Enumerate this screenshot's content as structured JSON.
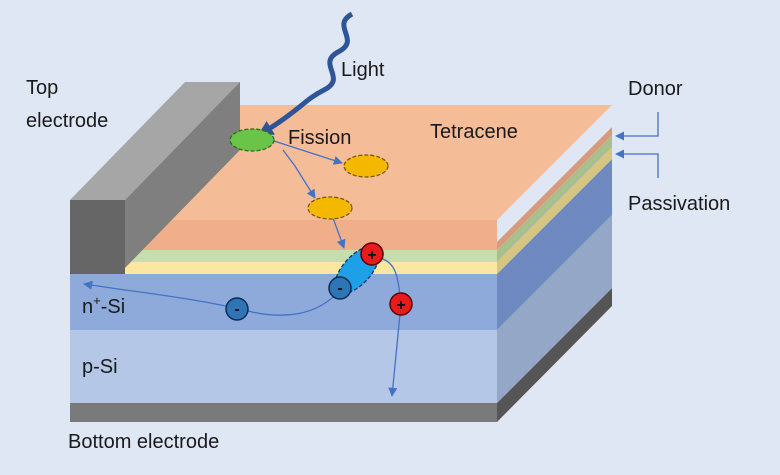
{
  "labels": {
    "top_electrode_line1": "Top",
    "top_electrode_line2": "electrode",
    "light": "Light",
    "fission": "Fission",
    "tetracene": "Tetracene",
    "donor": "Donor",
    "passivation": "Passivation",
    "n_si_base": "n",
    "n_si_sup": "+",
    "n_si_suffix": "-Si",
    "p_si": "p-Si",
    "bottom_electrode": "Bottom electrode"
  },
  "charges": {
    "negative": "-",
    "positive": "+"
  },
  "colors": {
    "background": "#dfe6f4",
    "electrode": "#7a7a7a",
    "tetracene": "#f5bc98",
    "donor": "#c9dcae",
    "passivation": "#fbe6a2",
    "n_si": "#8eaadb",
    "p_si": "#b4c7e7",
    "singlet_exciton": "#6ac447",
    "triplet_exciton": "#f5b800",
    "electron": "#2e75b6",
    "hole": "#e81c1c",
    "arrows": "#4472c4",
    "light_arrow": "#2f5597"
  }
}
